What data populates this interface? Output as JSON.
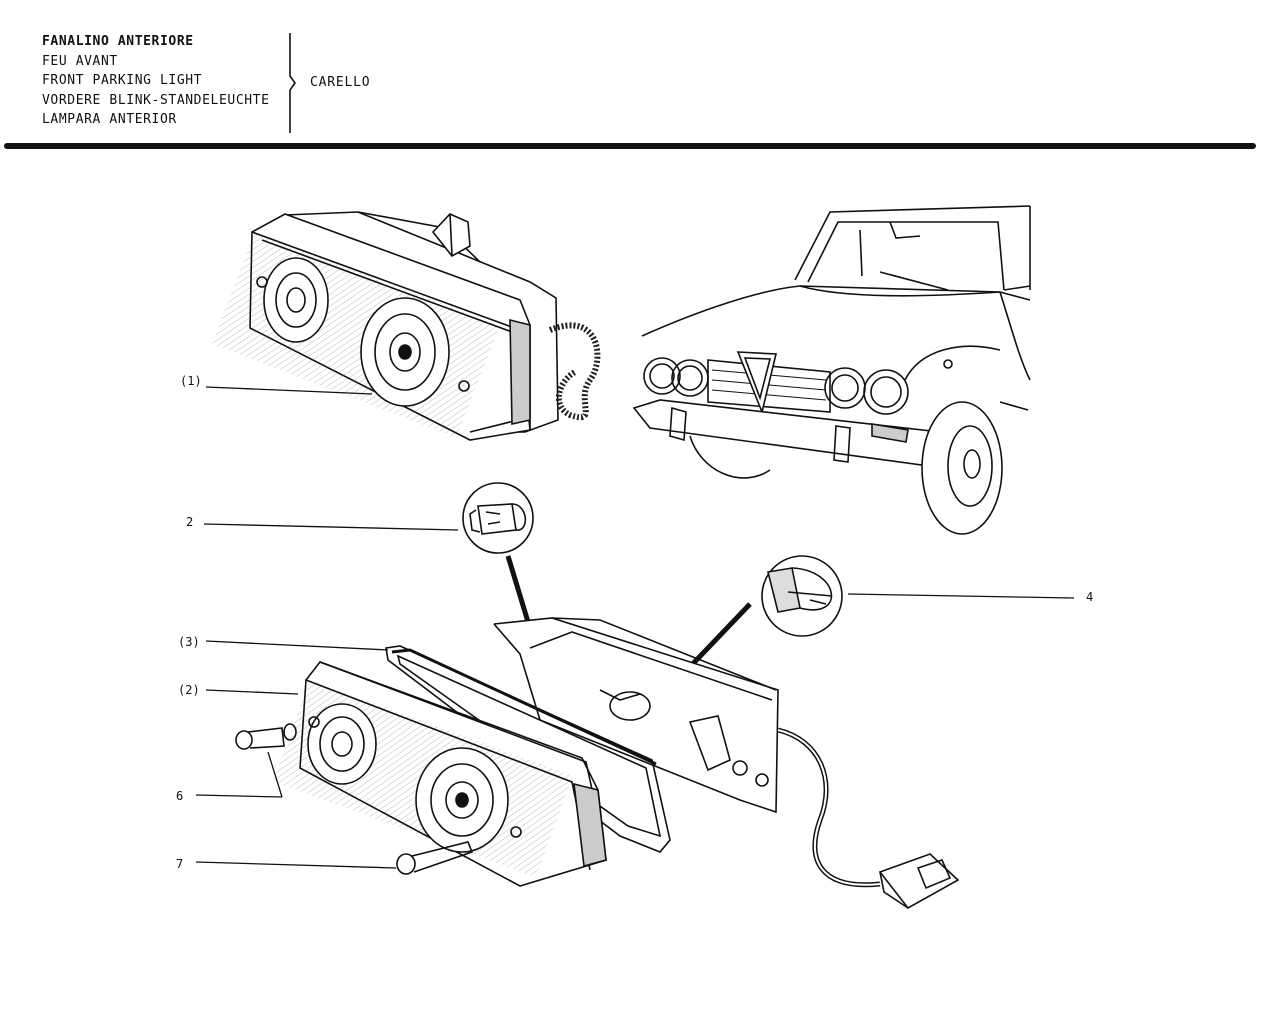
{
  "header": {
    "titles": [
      "FANALINO ANTERIORE",
      "FEU AVANT",
      "FRONT PARKING LIGHT",
      "VORDERE BLINK-STANDELEUCHTE",
      "LAMPARA ANTERIOR"
    ],
    "supplier": "CARELLO"
  },
  "callouts": {
    "assembly": "(1)",
    "bulb_small": "2",
    "gasket": "(3)",
    "lens": "(2)",
    "bulb_large": "4",
    "screw_short": "6",
    "screw_long": "7"
  }
}
